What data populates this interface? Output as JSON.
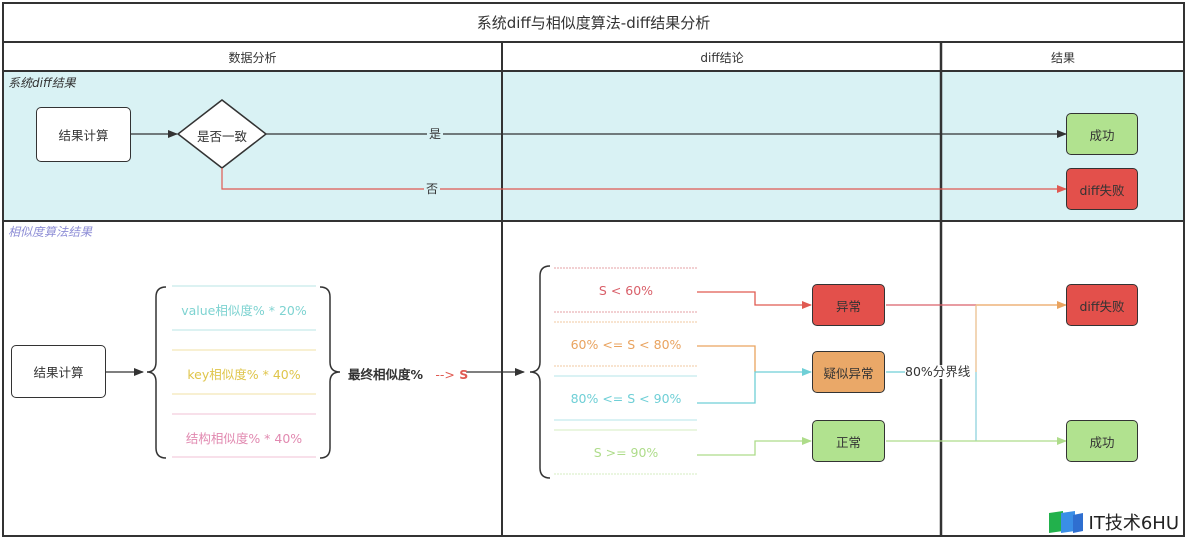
{
  "title": "系统diff与相似度算法-diff结果分析",
  "columns": [
    {
      "label": "数据分析"
    },
    {
      "label": "diff结论"
    },
    {
      "label": "结果"
    }
  ],
  "lanes": {
    "system_diff": {
      "label": "系统diff结果",
      "label_color": "#333333",
      "background": "#d9f2f4",
      "nodes": {
        "compute": "结果计算",
        "decision": "是否一致",
        "success": "成功",
        "fail": "diff失败"
      },
      "edges": {
        "yes_label": "是",
        "no_label": "否"
      }
    },
    "similarity": {
      "label": "相似度算法结果",
      "label_color": "#8e8ed6",
      "nodes": {
        "compute": "结果计算",
        "final": "最终相似度%",
        "arrow_text": "-->",
        "var": "S",
        "abnormal": "异常",
        "suspect": "疑似异常",
        "normal": "正常",
        "fail": "diff失败",
        "success": "成功",
        "boundary": "80%分界线"
      },
      "formulas": [
        {
          "text": "value相似度% * 20%",
          "color": "#7ed3d1"
        },
        {
          "text": "key相似度% * 40%",
          "color": "#dfc54a"
        },
        {
          "text": "结构相似度% * 40%",
          "color": "#e189b0"
        }
      ],
      "ranges": [
        {
          "text": "S < 60%",
          "color": "#d9606a"
        },
        {
          "text": "60% <= S < 80%",
          "color": "#e9a35f"
        },
        {
          "text": "80% <= S < 90%",
          "color": "#6fcfd6"
        },
        {
          "text": "S >= 90%",
          "color": "#aedc8a"
        }
      ]
    }
  },
  "colors": {
    "success_fill": "#b1e28f",
    "fail_fill": "#e3504b",
    "suspect_fill": "#eaa868",
    "line_dark": "#333333",
    "line_red": "#e05a52"
  },
  "watermark": {
    "text": "IT技术6HU"
  }
}
